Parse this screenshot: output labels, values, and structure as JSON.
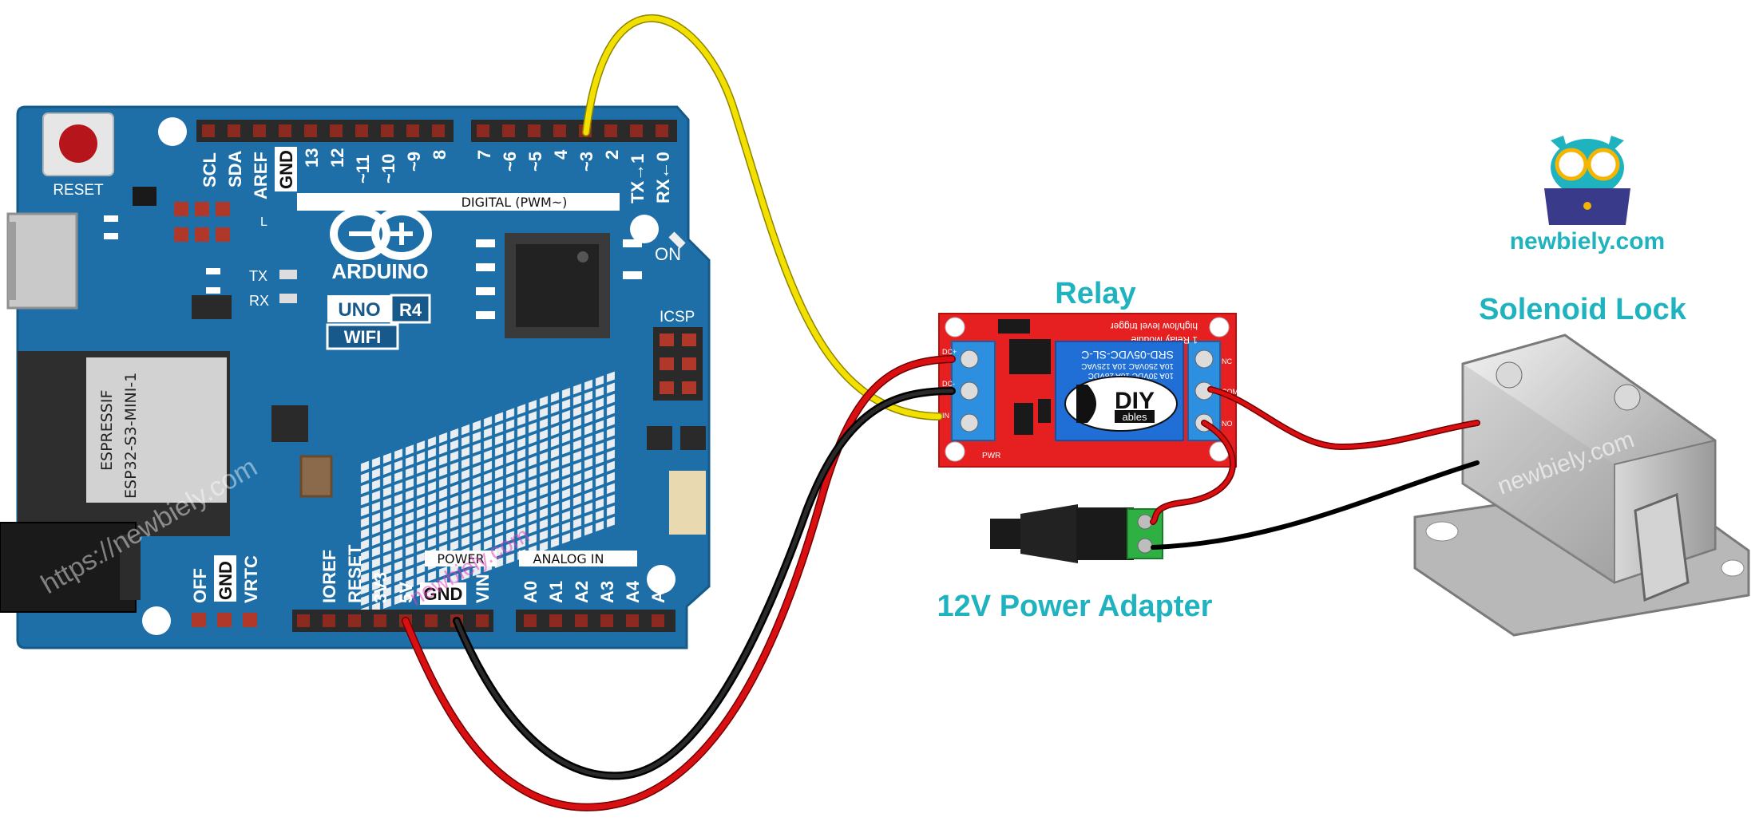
{
  "labels": {
    "relay": "Relay",
    "solenoid_lock": "Solenoid Lock",
    "power_adapter": "12V Power Adapter",
    "brand": "newbiely.com",
    "watermark": "https://newbiely.com",
    "watermark2": "newbiely.com"
  },
  "arduino": {
    "brand": "ARDUINO",
    "model": "UNO",
    "revision": "R4",
    "variant": "WIFI",
    "reset": "RESET",
    "on": "ON",
    "icsp": "ICSP",
    "tx": "TX",
    "rx": "RX",
    "l": "L",
    "module_line1": "ESPRESSIF",
    "module_line2": "ESP32-S3-MINI-1",
    "digital_header": "DIGITAL (PWM~)",
    "power_header": "POWER",
    "analog_header": "ANALOG IN",
    "top_pins_left": [
      "SCL",
      "SDA",
      "AREF",
      "GND",
      "13",
      "12",
      "~11",
      "~10",
      "~9",
      "8"
    ],
    "top_pins_right": [
      "7",
      "~6",
      "~5",
      "4",
      "~3",
      "2",
      "TX→1",
      "RX←0"
    ],
    "bottom_left_pins": [
      "OFF",
      "GND",
      "VRTC"
    ],
    "power_pins": [
      "IOREF",
      "RESET",
      "3V3",
      "5V",
      "GND",
      "VIN"
    ],
    "analog_pins": [
      "A0",
      "A1",
      "A2",
      "A3",
      "A4",
      "A5"
    ]
  },
  "relay_module": {
    "title": "1 Relay Module",
    "trigger": "high/low level trigger",
    "part": "SRD-05VDC-SL-C",
    "rating1": "10A 250VAC  10A 125VAC",
    "rating2": "10A 30VDC  10A 28VDC",
    "logo_main": "DIY",
    "logo_sub": "ables",
    "pwr": "PWR",
    "left_pins": [
      "DC+",
      "DC-",
      "IN"
    ],
    "right_pins": [
      "NC",
      "COM",
      "NO"
    ]
  },
  "colors": {
    "board": "#1e6fa8",
    "board_dark": "#17598a",
    "relay_pcb": "#e62020",
    "relay_block": "#1f6fd6",
    "wire_yellow": "#f2e000",
    "wire_red": "#d90f12",
    "wire_black": "#111111",
    "label_cyan": "#1fb3bf"
  }
}
